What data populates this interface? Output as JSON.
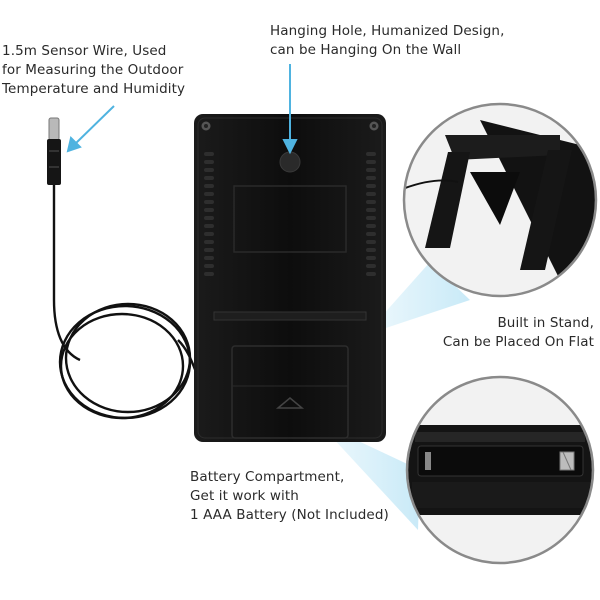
{
  "callouts": {
    "sensor_wire": [
      "1.5m Sensor Wire, Used",
      "for Measuring the Outdoor",
      "Temperature and Humidity"
    ],
    "hanging_hole": [
      "Hanging Hole, Humanized Design,",
      "can be Hanging On the Wall"
    ],
    "stand": [
      "Built in Stand,",
      "Can be Placed On Flat"
    ],
    "battery": [
      "Battery Compartment,",
      "Get it work with",
      "1 AAA Battery (Not Included)"
    ]
  },
  "colors": {
    "pointer": "#4fb3e0",
    "device": "#111111",
    "zoom_ring": "#8a8a8a"
  },
  "icons": [
    "sensor-probe-icon",
    "hanging-hole-icon",
    "stand-zoom-icon",
    "battery-zoom-icon"
  ]
}
